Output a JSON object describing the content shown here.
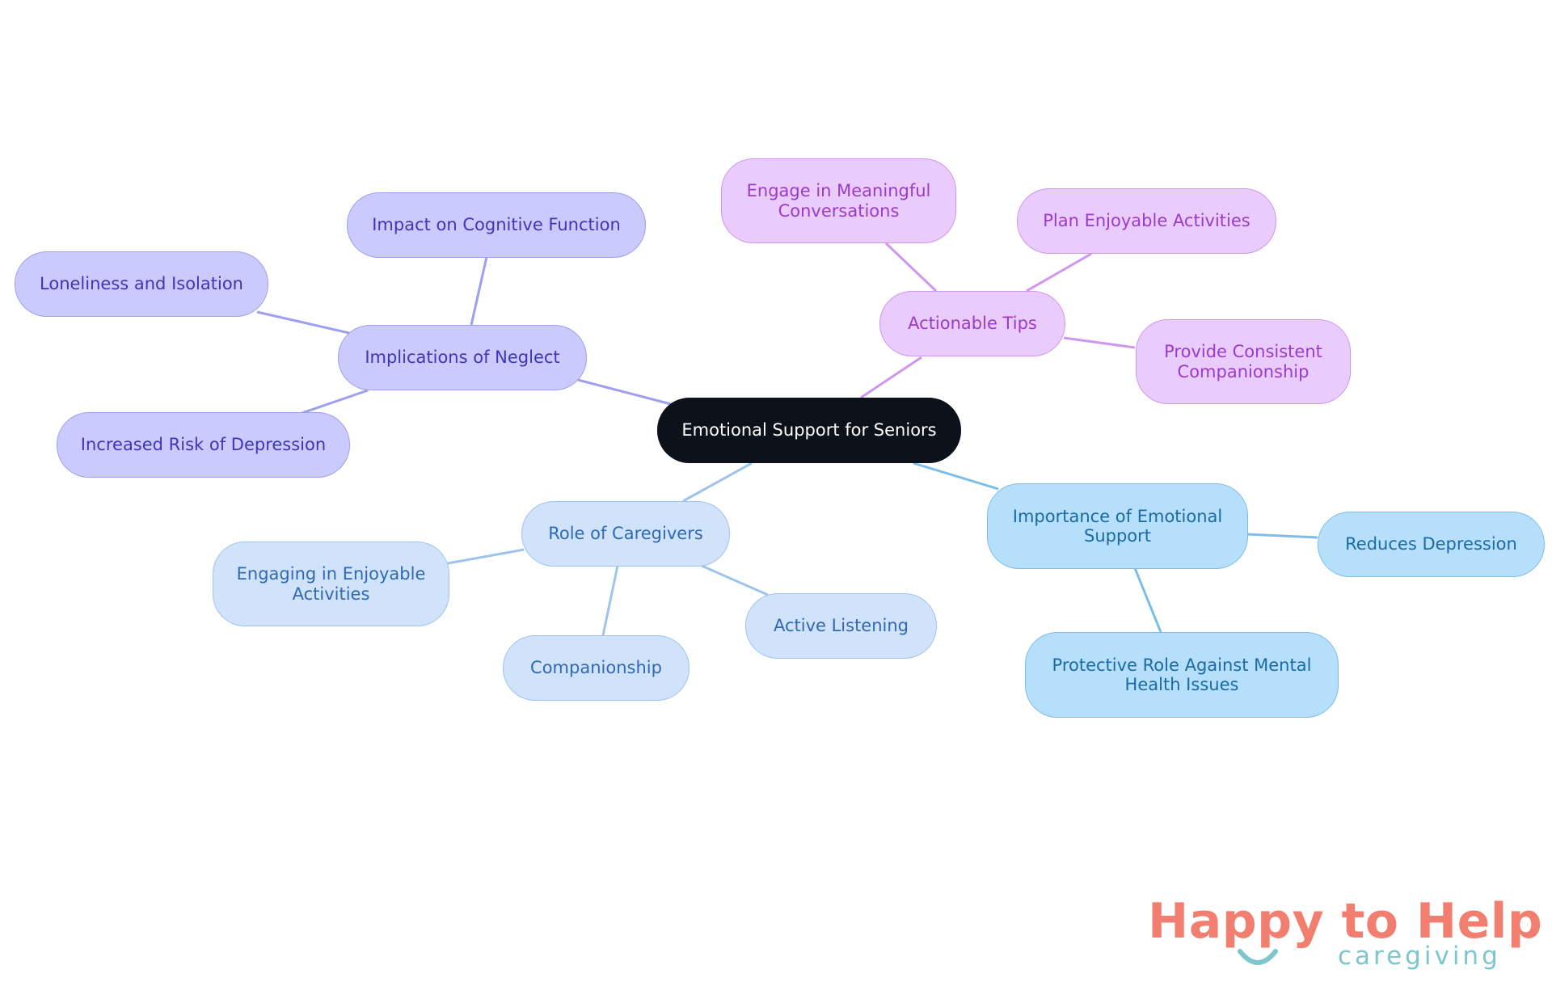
{
  "root": {
    "label": "Emotional Support for Seniors"
  },
  "branches": {
    "neglect": {
      "label": "Implications of Neglect",
      "color": "#9d9ff0",
      "children": [
        "Impact on Cognitive Function",
        "Loneliness and Isolation",
        "Increased Risk of Depression"
      ]
    },
    "tips": {
      "label": "Actionable Tips",
      "color": "#cf96ef",
      "children": [
        "Engage in Meaningful Conversations",
        "Plan Enjoyable Activities",
        "Provide Consistent Companionship"
      ]
    },
    "role": {
      "label": "Role of Caregivers",
      "color": "#9ec4ee",
      "children": [
        "Engaging in Enjoyable Activities",
        "Companionship",
        "Active Listening"
      ]
    },
    "importance": {
      "label": "Importance of Emotional Support",
      "color": "#7dbde9",
      "children": [
        "Reduces Depression",
        "Protective Role Against Mental Health Issues"
      ]
    }
  },
  "logo": {
    "title": "Happy to Help",
    "subtitle": "caregiving"
  }
}
